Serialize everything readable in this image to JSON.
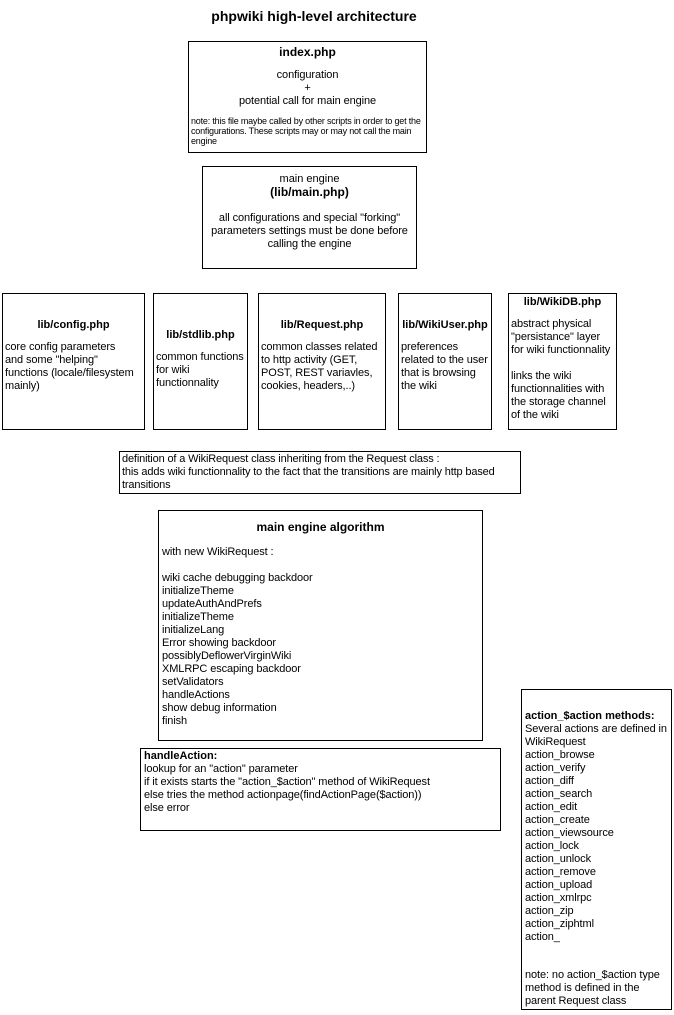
{
  "page_title": "phpwiki high-level architecture",
  "index_php": {
    "title": "index.php",
    "summary": "configuration\n+\npotential call for main engine",
    "note": "note: this file maybe called by other scripts in order to get the configurations. These scripts may or may not call the main engine"
  },
  "main_engine": {
    "name": "main engine",
    "file": "(lib/main.php)",
    "body": "all configurations and special \"forking\" parameters settings must be done before calling the engine"
  },
  "lib_config": {
    "title": "lib/config.php",
    "body": "core config parameters\nand some \"helping\"\nfunctions (locale/filesystem\nmainly)"
  },
  "lib_stdlib": {
    "title": "lib/stdlib.php",
    "body": "common functions\nfor wiki\nfunctionnality"
  },
  "lib_request": {
    "title": "lib/Request.php",
    "body": "common classes related\nto http activity (GET,\nPOST, REST variavles,\ncookies, headers,..)"
  },
  "lib_wikiuser": {
    "title": "lib/WikiUser.php",
    "body": "preferences\nrelated to the user\nthat is browsing\nthe wiki"
  },
  "lib_wikidb": {
    "title": "lib/WikiDB.php",
    "para1": "abstract physical\n\"persistance\" layer\nfor wiki functionnality",
    "para2": "links the wiki\nfunctionnalities with\nthe storage channel\nof the wiki"
  },
  "wikirequest_definition": {
    "body": "definition of a WikiRequest class inheriting from the Request class :\nthis adds wiki functionnality to the fact that the transitions are mainly http based\ntransitions"
  },
  "main_engine_algorithm": {
    "title": "main engine algorithm",
    "intro": "with new WikiRequest :",
    "steps": [
      "wiki cache debugging backdoor",
      "initializeTheme",
      "updateAuthAndPrefs",
      "initializeTheme",
      "initializeLang",
      "Error showing backdoor",
      "possiblyDeflowerVirginWiki",
      "XMLRPC escaping backdoor",
      "setValidators",
      "handleActions",
      "show debug information",
      "finish"
    ]
  },
  "handle_action": {
    "title": "handleAction:",
    "lines": [
      "lookup for an \"action\" parameter",
      "if it exists starts the \"action_$action\" method of WikiRequest",
      "else tries the method actionpage(findActionPage($action))",
      "else error"
    ]
  },
  "action_methods": {
    "title": "action_$action methods:",
    "intro": "Several actions are defined in\nWikiRequest",
    "methods": [
      "action_browse",
      "action_verify",
      "action_diff",
      "action_search",
      "action_edit",
      "action_create",
      "action_viewsource",
      "action_lock",
      "action_unlock",
      "action_remove",
      "action_upload",
      "action_xmlrpc",
      "action_zip",
      "action_ziphtml",
      "action_"
    ],
    "note": "note: no action_$action type\nmethod is defined in the\nparent Request class"
  }
}
